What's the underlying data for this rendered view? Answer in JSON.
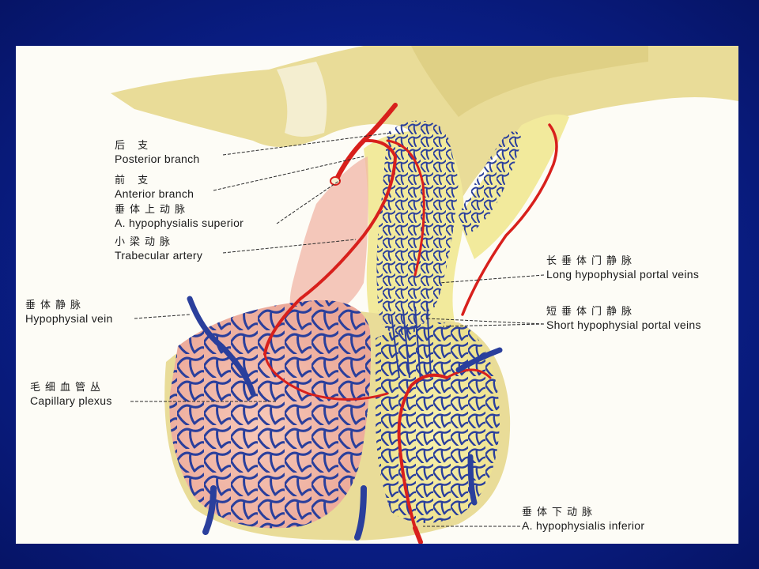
{
  "labels": {
    "posterior_branch": {
      "zh": "后 支",
      "en": "Posterior branch"
    },
    "anterior_branch": {
      "zh": "前 支",
      "en": "Anterior branch"
    },
    "a_hyp_superior": {
      "zh": "垂体上动脉",
      "en": "A. hypophysialis superior"
    },
    "trabecular_artery": {
      "zh": "小梁动脉",
      "en": "Trabecular artery"
    },
    "hypophysial_vein": {
      "zh": "垂体静脉",
      "en": "Hypophysial vein"
    },
    "capillary_plexus": {
      "zh": "毛细血管丛",
      "en": "Capillary plexus"
    },
    "long_portal_veins": {
      "zh": "长垂体门静脉",
      "en": "Long hypophysial portal veins"
    },
    "short_portal_veins": {
      "zh": "短垂体门静脉",
      "en": "Short hypophysial portal veins"
    },
    "a_hyp_inferior": {
      "zh": "垂体下动脉",
      "en": "A. hypophysialis inferior"
    }
  },
  "colors": {
    "background": "#0a1f8a",
    "panel": "#fdfcf6",
    "artery": "#d8201c",
    "vein": "#2a3f9c",
    "brain_tissue": "#e9dc98",
    "anterior_lobe": "#f0b6a6",
    "posterior_lobe": "#f2ea9c",
    "leader_line": "#2a2a2a"
  }
}
